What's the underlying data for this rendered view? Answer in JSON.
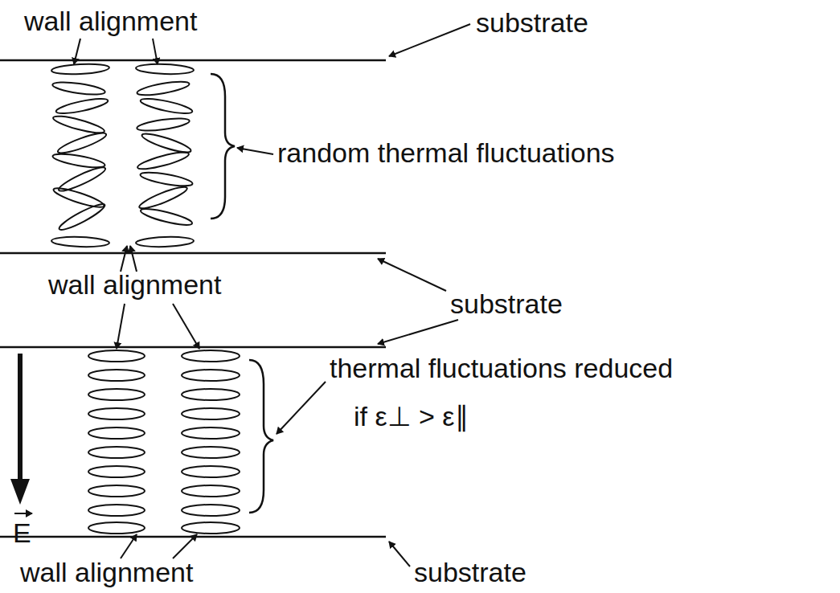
{
  "diagram": {
    "labels": [
      "wall alignment",
      "substrate",
      "random thermal fluctuations",
      "wall alignment",
      "substrate",
      "thermal fluctuations reduced",
      "if ε⊥ > ε∥",
      "E",
      "wall alignment",
      "substrate"
    ]
  }
}
